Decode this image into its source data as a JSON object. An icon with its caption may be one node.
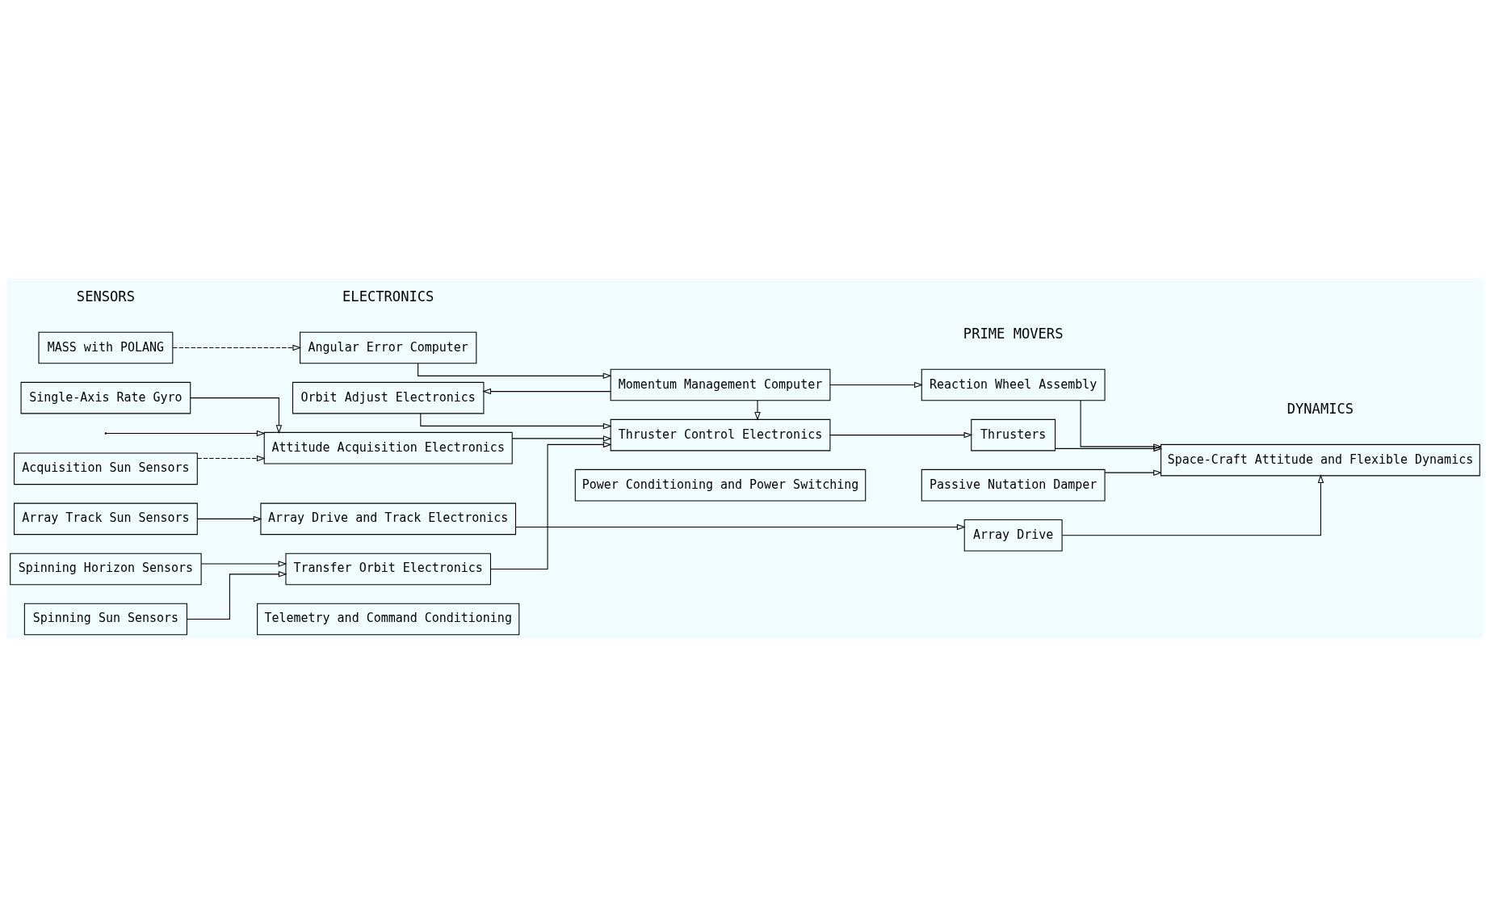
{
  "diagram": {
    "nodes": [
      {
        "text": [
          "MASS with POLANG"
        ]
      },
      {
        "text": [
          "Angular Error Computer"
        ]
      },
      {
        "text": [
          "Momentum Management Computer"
        ]
      },
      {
        "text": [
          "Reaction Wheel Assembly"
        ]
      },
      {
        "text": [
          "Orbit Adjust Electronics"
        ]
      },
      {
        "text": [
          "Thruster Control Electronics"
        ]
      },
      {
        "text": [
          "Thrusters"
        ]
      },
      {
        "text": [
          "Space-Craft Attitude and Flexible Dynamics"
        ]
      },
      {
        "text": [
          "Single-Axis Rate Gyro"
        ]
      },
      {
        "text": [
          "Attitude Acquisition Electronics"
        ]
      },
      {
        "text": [
          "Acquisition Sun Sensors"
        ]
      },
      {
        "text": [
          "Passive Nutation Damper"
        ]
      },
      {
        "text": [
          "Array Track Sun Sensors"
        ]
      },
      {
        "text": [
          "Array Drive and Track Electronics"
        ]
      },
      {
        "text": [
          "Array Drive"
        ]
      },
      {
        "text": [
          "Spinning Horizon Sensors"
        ]
      },
      {
        "text": [
          "Transfer Orbit Electronics"
        ]
      },
      {
        "text": [
          "Spinning Sun Sensors"
        ]
      },
      {
        "text": [
          "Telemetry and Command Conditioning"
        ]
      },
      {
        "text": [
          "Power Conditioning and Power Switching"
        ]
      }
    ],
    "edges": [
      {
        "from": 0,
        "to": 1,
        "arrow": "to",
        "style": "dashed"
      },
      {
        "from": 1,
        "to": 2,
        "arrow": "to"
      },
      {
        "from": 2,
        "to": 3,
        "arrow": "to"
      },
      {
        "from": 2,
        "to": 4,
        "arrow": "to"
      },
      {
        "from": 2,
        "to": 5,
        "arrow": "to"
      },
      {
        "from": 4,
        "to": 5,
        "arrow": "to"
      },
      {
        "from": 5,
        "to": 6,
        "arrow": "to"
      },
      {
        "from": 3,
        "to": 7,
        "arrow": "to"
      },
      {
        "from": 6,
        "to": 7,
        "arrow": "to"
      },
      {
        "from": 11,
        "to": 7,
        "arrow": "to"
      },
      {
        "from": 14,
        "to": 7,
        "arrow": "to"
      },
      {
        "from": null,
        "to": 9,
        "arrow": "to"
      },
      {
        "from": 8,
        "to": 9,
        "arrow": "to"
      },
      {
        "from": 10,
        "to": 9,
        "arrow": "to",
        "style": "dashed"
      },
      {
        "from": 9,
        "to": 5,
        "arrow": "to"
      },
      {
        "from": 12,
        "to": 13,
        "arrow": "to"
      },
      {
        "from": 13,
        "to": 14,
        "arrow": "to"
      },
      {
        "from": 15,
        "to": 16,
        "arrow": "to"
      },
      {
        "from": 17,
        "to": 16,
        "arrow": "to"
      },
      {
        "from": 16,
        "to": 5,
        "arrow": "to"
      }
    ],
    "labels": [
      "SENSORS",
      "ELECTRONICS",
      "PRIME MOVERS",
      "DYNAMICS"
    ]
  }
}
